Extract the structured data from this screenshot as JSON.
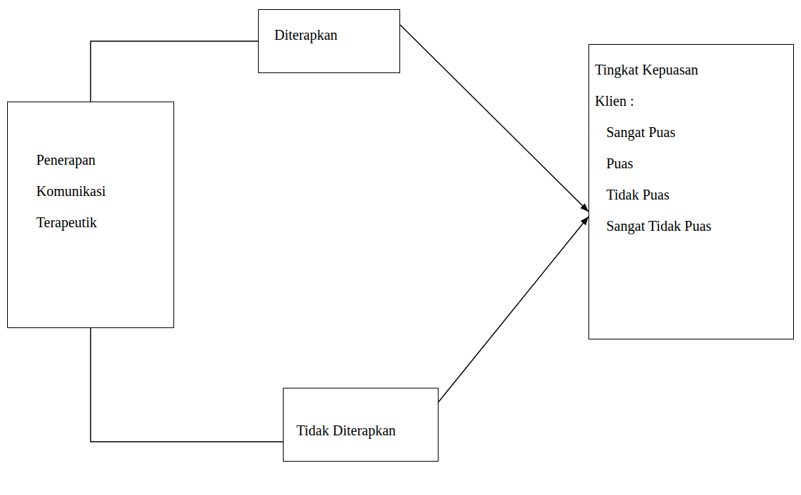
{
  "diagram": {
    "nodes": [
      {
        "text": [
          "Penerapan Komunikasi Terapeutik"
        ]
      },
      {
        "text": [
          "Diterapkan"
        ]
      },
      {
        "text": [
          "Tidak Diterapkan"
        ]
      },
      {
        "text": [
          "Tingkat Kepuasan Klien :",
          "Sangat Puas",
          "Puas",
          "Tidak Puas",
          "Sangat Tidak Puas"
        ]
      }
    ],
    "edges": [
      {
        "from": 0,
        "to": 1,
        "arrow": "none"
      },
      {
        "from": 0,
        "to": 2,
        "arrow": "none"
      },
      {
        "from": 1,
        "to": 3,
        "arrow": "to"
      },
      {
        "from": 2,
        "to": 3,
        "arrow": "to"
      }
    ]
  }
}
